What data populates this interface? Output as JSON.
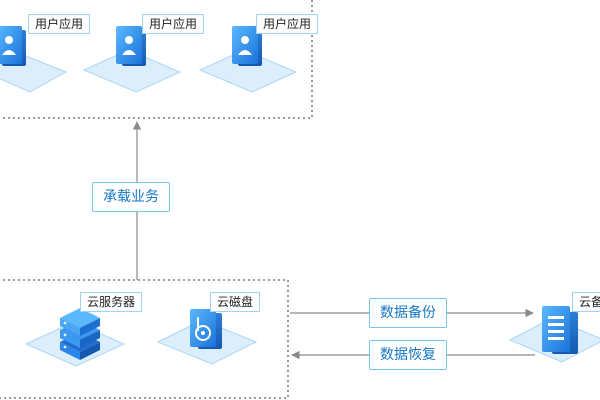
{
  "colors": {
    "accent": "#2b8fe6",
    "box_border": "#7a7a7a",
    "arrow": "#8a8a8a",
    "label_text": "#1678c8"
  },
  "user_apps": [
    {
      "label": "用户应用",
      "icon": "user-doc-icon"
    },
    {
      "label": "用户应用",
      "icon": "user-doc-icon"
    },
    {
      "label": "用户应用",
      "icon": "user-doc-icon"
    }
  ],
  "flow": {
    "carry_label": "承载业务",
    "backup_label": "数据备份",
    "restore_label": "数据恢复"
  },
  "services": {
    "server": {
      "label": "云服务器",
      "icon": "server-stack-icon"
    },
    "disk": {
      "label": "云磁盘",
      "icon": "disk-icon"
    },
    "backup": {
      "label": "云备",
      "icon": "backup-icon"
    }
  }
}
